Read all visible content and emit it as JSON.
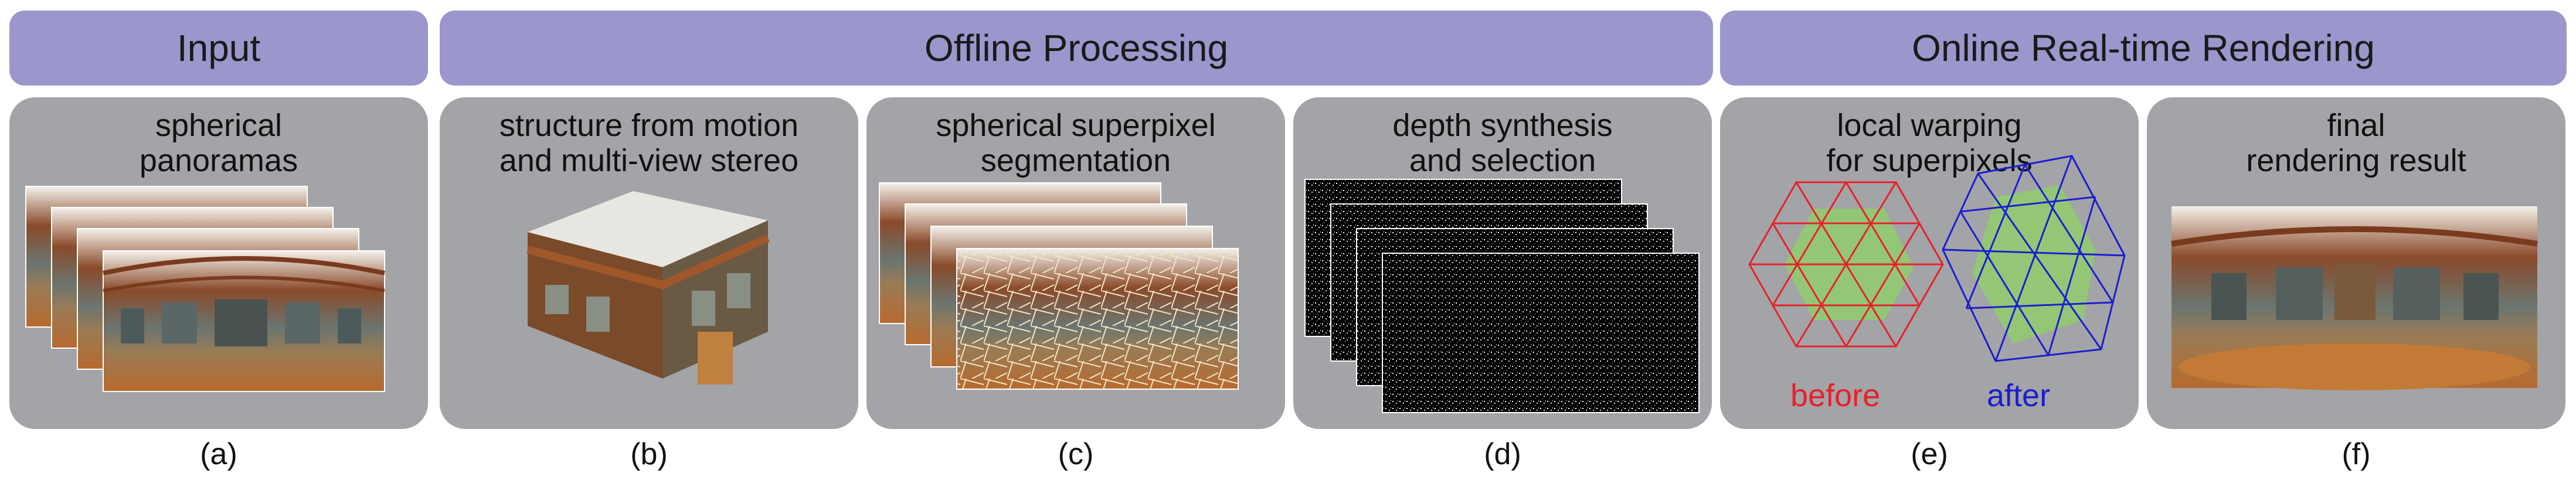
{
  "headers": {
    "input": "Input",
    "offline": "Offline Processing",
    "online": "Online Real-time Rendering"
  },
  "panels": [
    {
      "title_l1": "spherical",
      "title_l2": "panoramas",
      "caption": "(a)"
    },
    {
      "title_l1": "structure from motion",
      "title_l2": "and multi-view stereo",
      "caption": "(b)"
    },
    {
      "title_l1": "spherical superpixel",
      "title_l2": "segmentation",
      "caption": "(c)"
    },
    {
      "title_l1": "depth synthesis",
      "title_l2": "and selection",
      "caption": "(d)"
    },
    {
      "title_l1": "local warping",
      "title_l2": "for superpixels",
      "caption": "(e)"
    },
    {
      "title_l1": "final",
      "title_l2": "rendering result",
      "caption": "(f)"
    }
  ],
  "warping": {
    "before_label": "before",
    "after_label": "after",
    "before_color": "#e8202a",
    "after_color": "#1c1cd0",
    "fill_color": "#8fcf6a"
  }
}
